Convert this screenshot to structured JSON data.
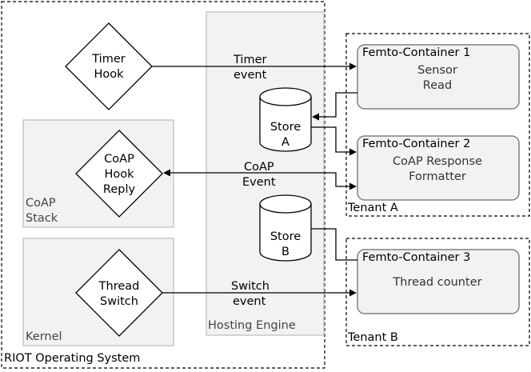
{
  "os": {
    "label": "RIOT Operating System"
  },
  "hosting_engine": {
    "label": "Hosting Engine"
  },
  "coap_stack": {
    "label_line1": "CoAP",
    "label_line2": "Stack"
  },
  "kernel": {
    "label": "Kernel"
  },
  "hooks": {
    "timer": {
      "line1": "Timer",
      "line2": "Hook"
    },
    "coap": {
      "line1": "CoAP",
      "line2": "Hook",
      "line3": "Reply"
    },
    "thread": {
      "line1": "Thread",
      "line2": "Switch"
    }
  },
  "stores": {
    "a": {
      "line1": "Store",
      "line2": "A"
    },
    "b": {
      "line1": "Store",
      "line2": "B"
    }
  },
  "tenants": {
    "a": {
      "label": "Tenant A"
    },
    "b": {
      "label": "Tenant B"
    }
  },
  "containers": {
    "fc1": {
      "title": "Femto-Container 1",
      "line1": "Sensor",
      "line2": "Read"
    },
    "fc2": {
      "title": "Femto-Container 2",
      "line1": "CoAP Response",
      "line2": "Formatter"
    },
    "fc3": {
      "title": "Femto-Container 3",
      "line1": "Thread counter"
    }
  },
  "events": {
    "timer": {
      "line1": "Timer",
      "line2": "event"
    },
    "coap": {
      "line1": "CoAP",
      "line2": "Event"
    },
    "switch": {
      "line1": "Switch",
      "line2": "event"
    }
  },
  "colors": {
    "region_fill": "#f2f2f2",
    "region_stroke": "#c8c8c8",
    "container_fill": "#f2f2f2",
    "container_stroke": "#7f7f7f",
    "line": "#000000"
  }
}
